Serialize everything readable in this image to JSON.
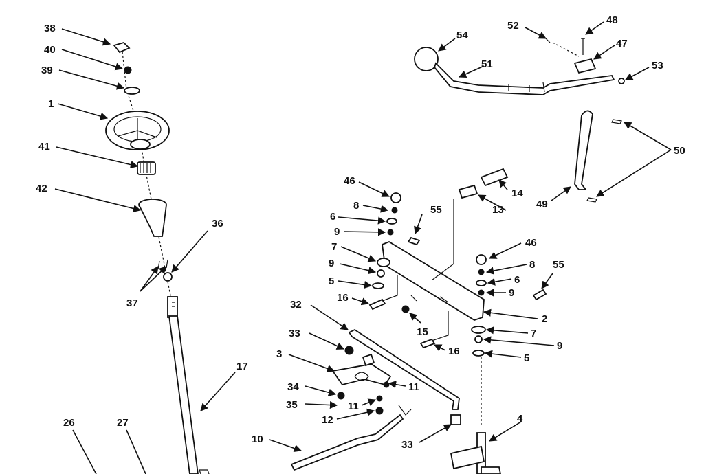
{
  "callouts": {
    "l38": "38",
    "l40": "40",
    "l39": "39",
    "l1": "1",
    "l41": "41",
    "l42": "42",
    "l36": "36",
    "l37": "37",
    "l17": "17",
    "l26": "26",
    "l27": "27",
    "l54": "54",
    "l52": "52",
    "l48": "48",
    "l47": "47",
    "l53": "53",
    "l51": "51",
    "l50": "50",
    "l49": "49",
    "l46a": "46",
    "l8a": "8",
    "l6a": "6",
    "l9a": "9",
    "l7a": "7",
    "l9b": "9",
    "l5a": "5",
    "l16a": "16",
    "l55a": "55",
    "l13": "13",
    "l14": "14",
    "l46b": "46",
    "l8b": "8",
    "l6b": "6",
    "l9c": "9",
    "l55b": "55",
    "l2": "2",
    "l7b": "7",
    "l9d": "9",
    "l5b": "5",
    "l15": "15",
    "l16b": "16",
    "l32": "32",
    "l33a": "33",
    "l3": "3",
    "l11a": "11",
    "l34": "34",
    "l35": "35",
    "l11b": "11",
    "l12": "12",
    "l10": "10",
    "l33b": "33",
    "l4": "4"
  }
}
